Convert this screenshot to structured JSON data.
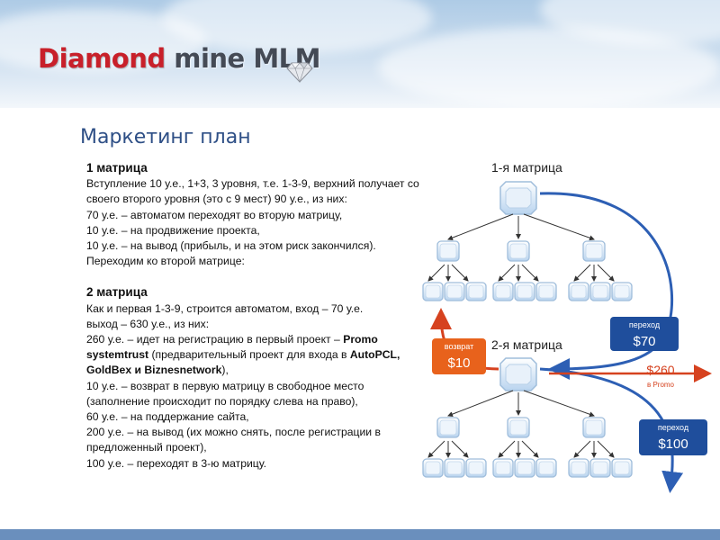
{
  "header": {
    "logo_word1": "Diamond",
    "logo_word2": "mine MLM",
    "logo_icon": "diamond-gem-icon"
  },
  "page_title": "Маркетинг план",
  "matrix1": {
    "heading": "1 матрица",
    "lines": [
      "Вступление 10 у.е., 1+3, 3 уровня, т.е. 1-3-9, верхний получает со своего второго уровня (это с 9 мест) 90 у.е., из них:",
      "70 у.е. – автоматом переходят во вторую матрицу,",
      "10 у.е. – на продвижение проекта,",
      "10 у.е. – на вывод (прибыль, и на этом риск закончился).",
      "Переходим ко второй матрице:"
    ]
  },
  "matrix2": {
    "heading": "2 матрица",
    "line1": "Как и первая 1-3-9, строится автоматом, вход – 70 у.е.",
    "line2": "выход – 630 у.е., из них:",
    "line3_a": "260 у.е. – идет на регистрацию в первый проект – ",
    "line3_b": "Promo systemtrust",
    "line3_c": " (предварительный проект для входа в ",
    "line3_d": "AutoPCL, GoldBex и Biznesnetwork",
    "line3_e": "),",
    "line4": "10 у.е. – возврат в первую матрицу в свободное место (заполнение происходит по порядку слева на право),",
    "line5": "60 у.е. – на поддержание сайта,",
    "line6": "200 у.е. – на вывод (их можно снять, после регистрации в предложенный проект),",
    "line7": "100 у.е. – переходят в 3-ю матрицу."
  },
  "diagram": {
    "matrix1_label": "1-я матрица",
    "matrix2_label": "2-я матрица",
    "transfer70": {
      "caption": "переход",
      "amount": "$70"
    },
    "return10": {
      "caption": "возврат",
      "amount": "$10"
    },
    "promo260": {
      "amount": "$260",
      "caption": "в Promo"
    },
    "transfer100": {
      "caption": "переход",
      "amount": "$100"
    },
    "colors": {
      "blue_badge": "#1f4e9c",
      "orange_badge": "#e8621c",
      "red_arrow": "#d6421f",
      "blue_arrow": "#2d5fb4",
      "gem": "#cfe3f5"
    }
  }
}
